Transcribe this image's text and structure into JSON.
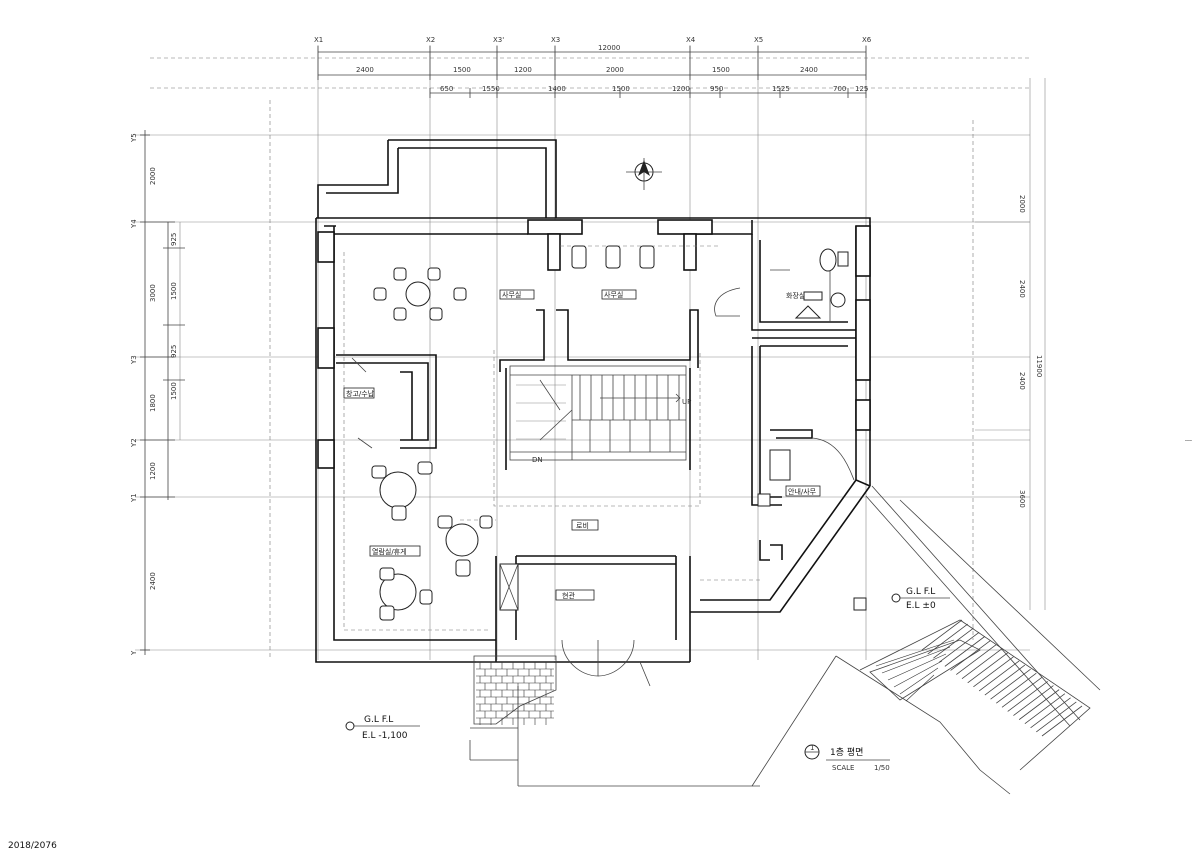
{
  "grid": {
    "x_axes": [
      "X1",
      "X2",
      "X3'",
      "X3",
      "X4",
      "X5",
      "X6"
    ],
    "y_axes": [
      "Y5",
      "Y4",
      "Y3",
      "Y2",
      "Y1",
      "Y"
    ],
    "total_width": "12000",
    "top_dims_row1": [
      "2400",
      "1500",
      "1200",
      "2000",
      "1500",
      "2400"
    ],
    "top_dims_row2": [
      "650",
      "1550",
      "1400",
      "1500",
      "1200",
      "950",
      "1525",
      "700",
      "125"
    ],
    "left_dims_outer": [
      "2000",
      "3000",
      "1800",
      "1200",
      "2400"
    ],
    "left_dims_inner": [
      "925",
      "1500",
      "925",
      "1500"
    ],
    "right_dims": [
      "2000",
      "2400",
      "2400",
      "11900",
      "3600"
    ]
  },
  "rooms": {
    "toilet": "화장실",
    "office_a": "사무실",
    "office_b": "사무실",
    "storage": "창고/수납",
    "reading": "열람실/휴게",
    "lobby": "로비",
    "entrance": "현관",
    "info": "안내/사무"
  },
  "stair": {
    "up": "UP",
    "down": "DN"
  },
  "elevation_right": {
    "title": "G.L F.L",
    "value": "E.L ±0"
  },
  "elevation_left": {
    "title": "G.L F.L",
    "value": "E.L -1,100"
  },
  "title_block": {
    "name": "1층 평면",
    "scale_label": "SCALE",
    "scale_value": "1/50",
    "number": "1"
  },
  "signature": "2018/2076"
}
